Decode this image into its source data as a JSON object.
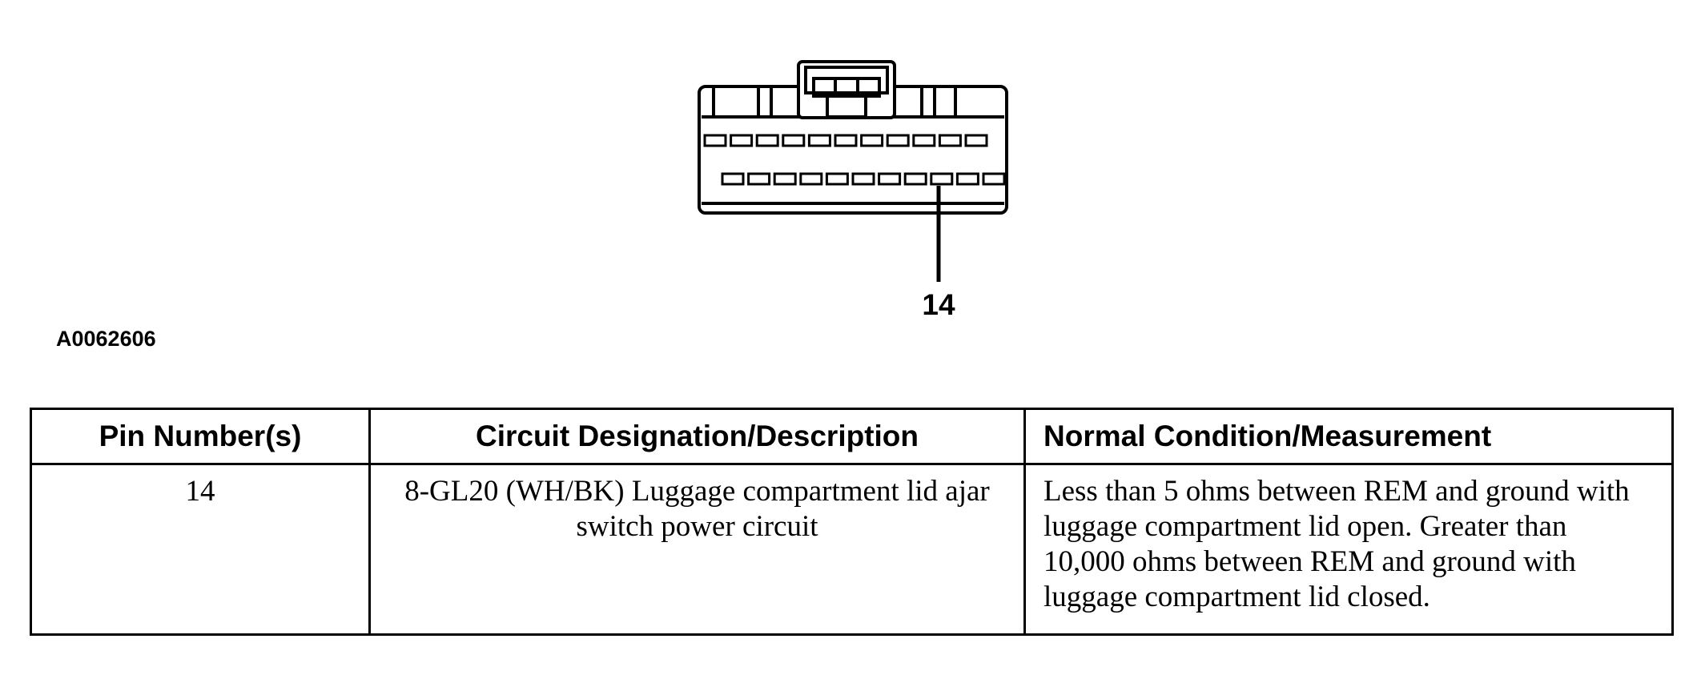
{
  "diagram": {
    "callout_pin": "14",
    "figure_id": "A0062606"
  },
  "table": {
    "headers": [
      "Pin Number(s)",
      "Circuit Designation/Description",
      "Normal Condition/Measurement"
    ],
    "rows": [
      {
        "pin": "14",
        "circuit": "8-GL20 (WH/BK) Luggage compartment lid ajar switch power circuit",
        "normal": "Less than 5 ohms between REM and ground with luggage compartment lid open. Greater than 10,000 ohms between REM and ground with luggage compartment lid closed."
      }
    ]
  }
}
